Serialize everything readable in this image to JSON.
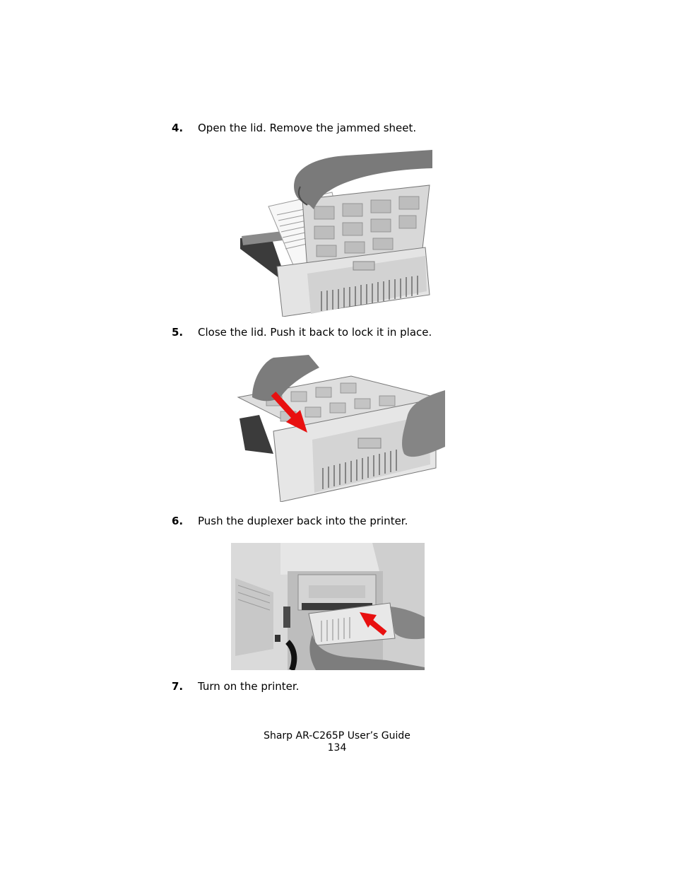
{
  "steps": [
    {
      "number": "4.",
      "text": "Open the lid.  Remove the jammed sheet."
    },
    {
      "number": "5.",
      "text": "Close the lid.  Push it back to lock it in place."
    },
    {
      "number": "6.",
      "text": "Push the duplexer back into the printer."
    },
    {
      "number": "7.",
      "text": "Turn on the printer."
    }
  ],
  "footer": {
    "title": "Sharp AR-C265P User’s Guide",
    "page_number": "134"
  },
  "colors": {
    "arrow": "#e81010"
  }
}
